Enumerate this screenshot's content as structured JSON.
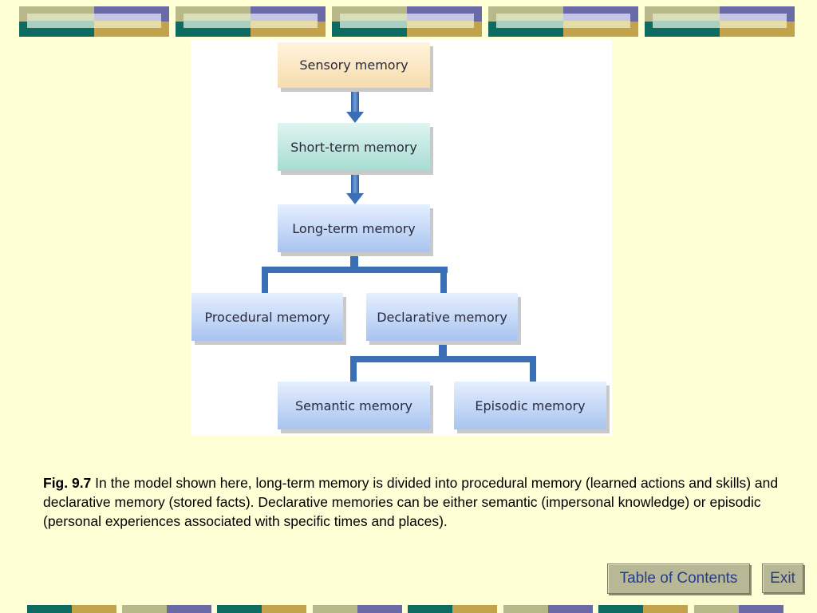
{
  "diagram": {
    "nodes": {
      "sensory": "Sensory memory",
      "short_term": "Short-term memory",
      "long_term": "Long-term memory",
      "procedural": "Procedural memory",
      "declarative": "Declarative memory",
      "semantic": "Semantic memory",
      "episodic": "Episodic memory"
    },
    "edges": [
      [
        "sensory",
        "short_term"
      ],
      [
        "short_term",
        "long_term"
      ],
      [
        "long_term",
        "procedural"
      ],
      [
        "long_term",
        "declarative"
      ],
      [
        "declarative",
        "semantic"
      ],
      [
        "declarative",
        "episodic"
      ]
    ]
  },
  "caption": {
    "label": "Fig. 9.7",
    "text": " In the model shown here, long-term memory is divided into procedural memory (learned actions and skills) and declarative memory (stored facts). Declarative memories can be either semantic (impersonal knowledge) or episodic (personal experiences associated with specific times and places)."
  },
  "nav": {
    "toc_label": "Table of Contents",
    "exit_label": "Exit"
  },
  "colors": {
    "background": "#ffffd6",
    "connector": "#3a6fb5",
    "nav_text": "#283d8a",
    "deco_olive": "#b8b98a",
    "deco_purple": "#6a6aa6",
    "deco_teal": "#0e6b62",
    "deco_gold": "#c2a24a",
    "deco_light_teal": "#a9cfc0",
    "deco_cream": "#e6dca8"
  }
}
